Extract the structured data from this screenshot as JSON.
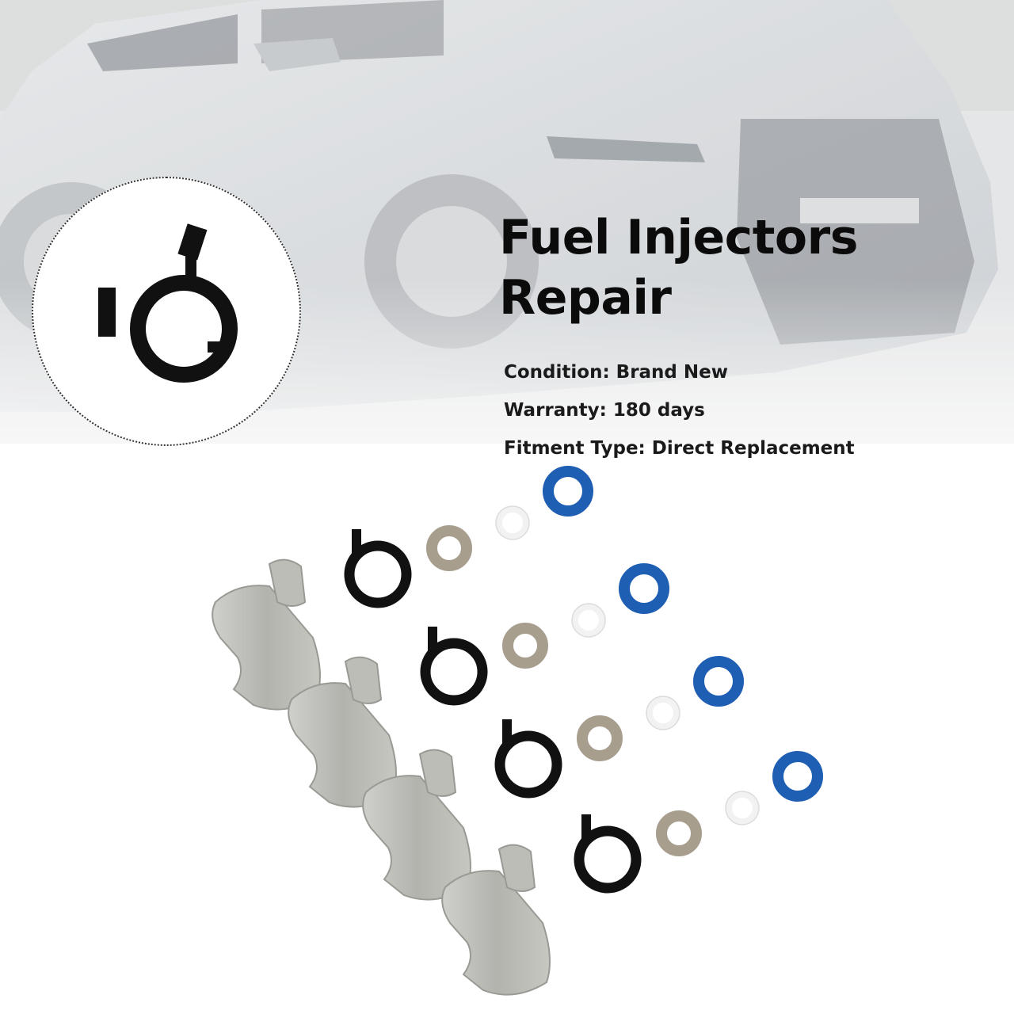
{
  "product": {
    "title_line1": "Fuel Injectors",
    "title_line2": "Repair",
    "specs": [
      "Condition: Brand New",
      "Warranty: 180 days",
      "Fitment Type: Direct Replacement"
    ]
  },
  "colors": {
    "seal_blue": "#1f5fb3",
    "washer_taupe": "#a79e8e",
    "sleeve_white": "#f2f2f2",
    "clip_black": "#111111",
    "clamp_silver": "#b9b9b4",
    "car_body": "#d4d7d9",
    "road": "#d9d9d9"
  },
  "kit": {
    "sets": 4
  }
}
